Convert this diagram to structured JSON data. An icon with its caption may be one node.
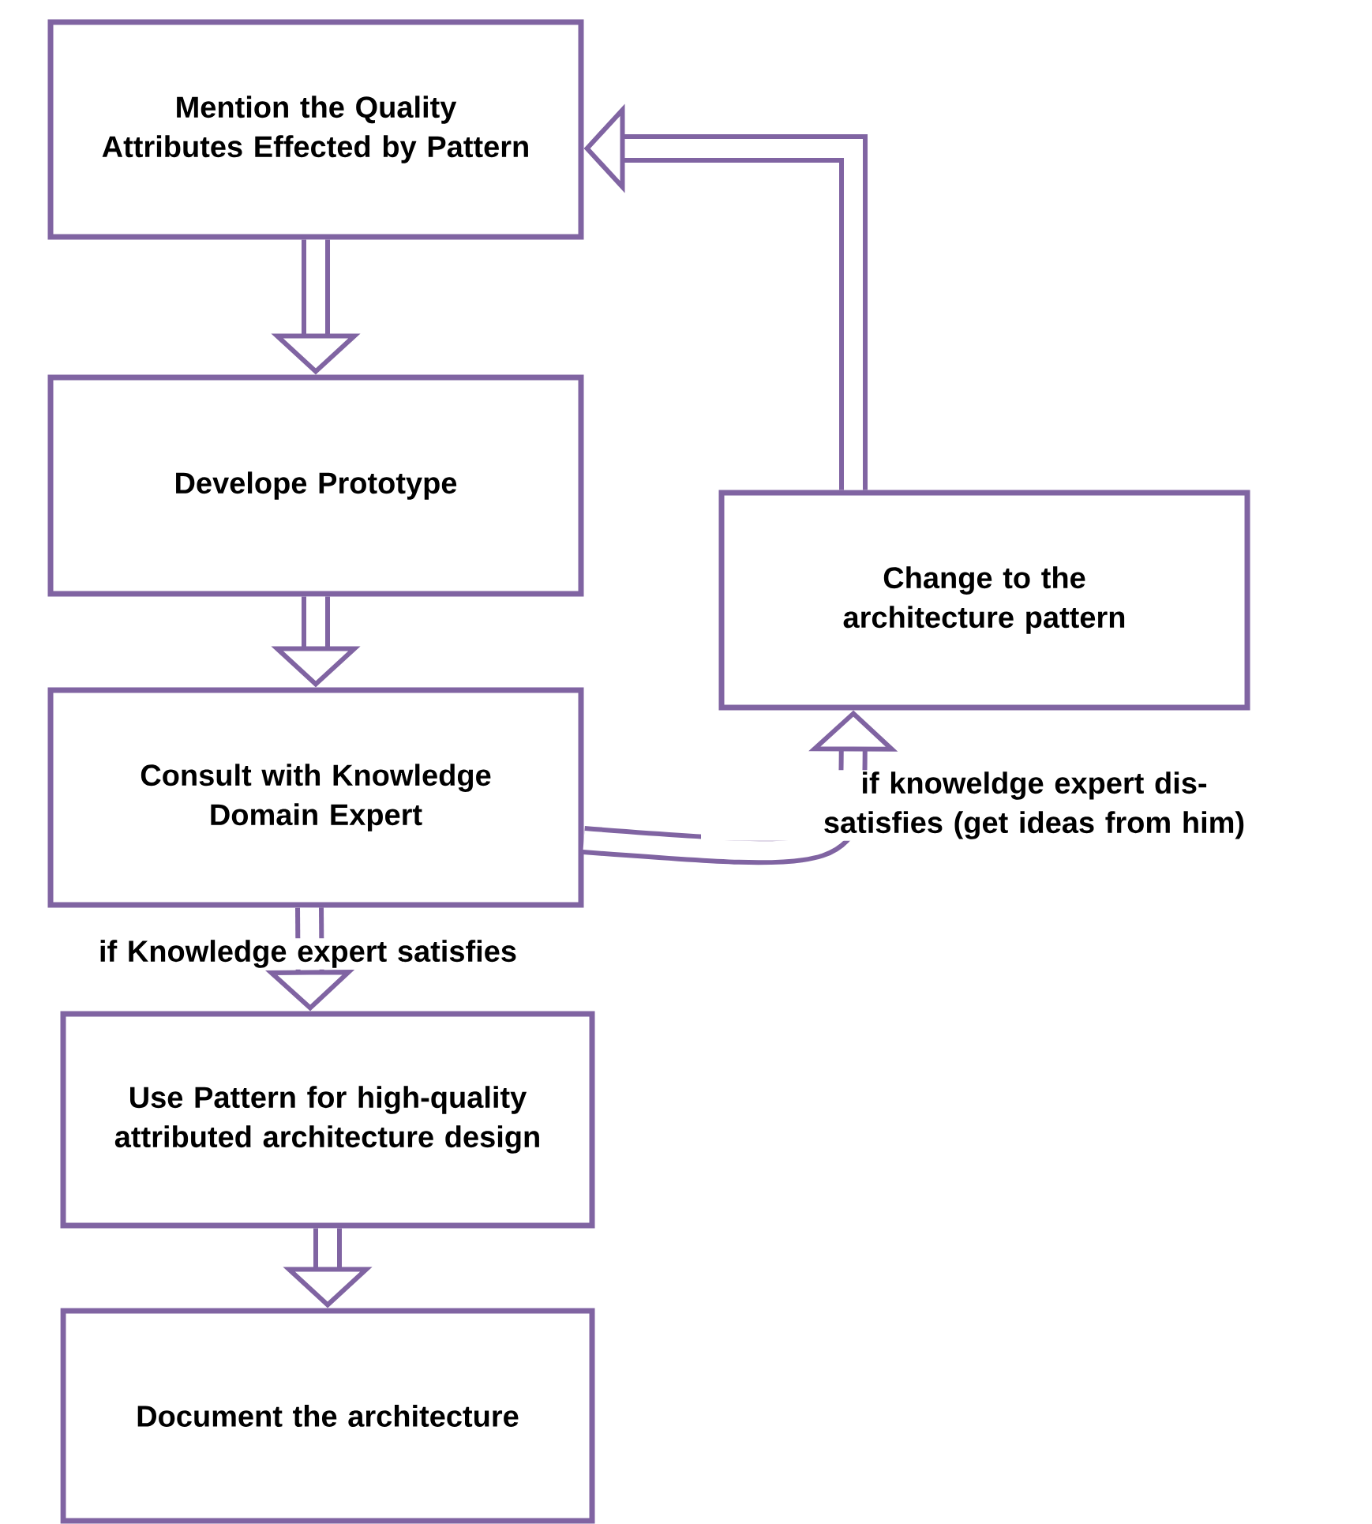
{
  "diagram": {
    "nodes": [
      {
        "text": [
          "Mention the Quality Attributes Effected by Pattern"
        ]
      },
      {
        "text": [
          "Develope Prototype"
        ]
      },
      {
        "text": [
          "Consult with Knowledge Domain Expert"
        ]
      },
      {
        "text": [
          "Use Pattern for high-quality attributed architecture design"
        ]
      },
      {
        "text": [
          "Document the architecture"
        ]
      },
      {
        "text": [
          "Change to the architecture pattern"
        ]
      }
    ],
    "edges": [
      {
        "from": 0,
        "to": 1,
        "arrow": "to"
      },
      {
        "from": 1,
        "to": 2,
        "arrow": "to"
      },
      {
        "from": 2,
        "to": 3,
        "arrow": "to",
        "label": "if Knowledge expert satisfies"
      },
      {
        "from": 3,
        "to": 4,
        "arrow": "to"
      },
      {
        "from": 2,
        "to": 5,
        "arrow": "to",
        "label": "if knoweldge expert dis-satisfies (get ideas from him)"
      },
      {
        "from": 5,
        "to": 0,
        "arrow": "to"
      }
    ]
  }
}
